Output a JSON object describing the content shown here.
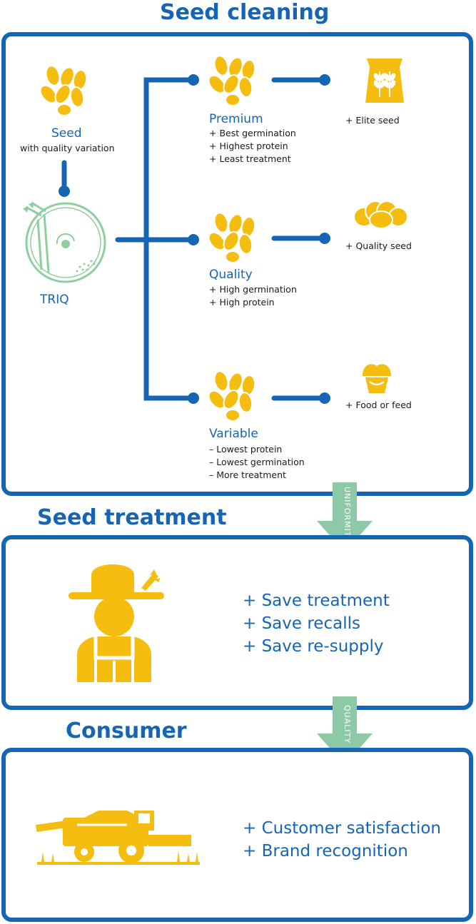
{
  "sections": {
    "cleaning": {
      "title": "Seed cleaning",
      "seed_label": "Seed",
      "seed_sub": "with quality variation",
      "machine_label": "TRIQ",
      "branches": [
        {
          "name": "Premium",
          "lines": [
            "+ Best germination",
            "+ Highest protein",
            "+ Least treatment"
          ],
          "outcome": "+ Elite seed",
          "outcome_icon": "grain-sack-icon"
        },
        {
          "name": "Quality",
          "lines": [
            "+ High germination",
            "+ High protein"
          ],
          "outcome": "+ Quality seed",
          "outcome_icon": "braided-bread-icon"
        },
        {
          "name": "Variable",
          "lines": [
            "– Lowest protein",
            "– Lowest germination",
            "– More treatment"
          ],
          "outcome": "+ Food or feed",
          "outcome_icon": "muffin-icon"
        }
      ]
    },
    "arrow1": {
      "label": "UNIFORMITY"
    },
    "treatment": {
      "title": "Seed treatment",
      "icon": "farmer-icon",
      "benefits": [
        "+ Save treatment",
        "+ Save recalls",
        "+ Save re-supply"
      ]
    },
    "arrow2": {
      "label": "QUALITY"
    },
    "consumer": {
      "title": "Consumer",
      "icon": "combine-harvester-icon",
      "benefits": [
        "+ Customer satisfaction",
        "+ Brand recognition"
      ]
    }
  },
  "colors": {
    "blue": "#1565b4",
    "yellow": "#f5bd0f",
    "green": "#8dc9a6",
    "machine": "#8fcf9f"
  }
}
